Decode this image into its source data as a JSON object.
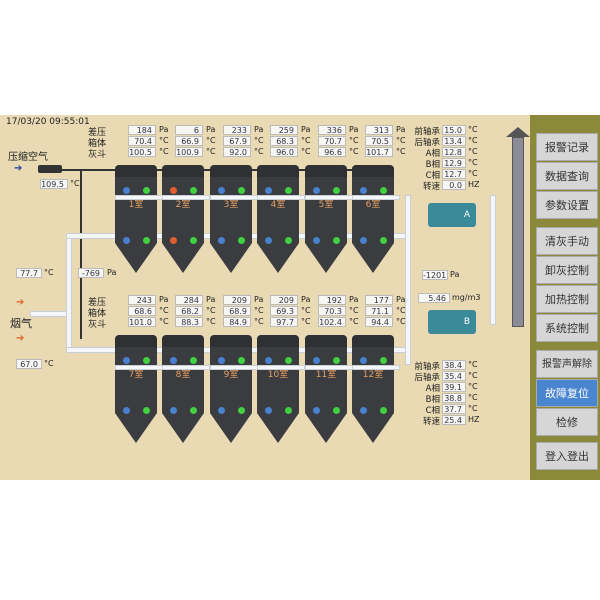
{
  "timestamp": "17/03/20 09:55:01",
  "compressed_air": {
    "label": "压缩空气",
    "temp": "109.5",
    "unit": "°C"
  },
  "flue_gas": {
    "label": "烟气",
    "temp_in": "77.7",
    "temp_out": "67.0",
    "pressure": "-769",
    "unit_c": "°C",
    "unit_pa": "Pa"
  },
  "row_labels": {
    "diff": "差压",
    "box": "箱体",
    "ash": "灰斗"
  },
  "units": {
    "pa": "Pa",
    "c": "°C",
    "hz": "HZ"
  },
  "rooms_top": [
    {
      "name": "1室",
      "diff": "184",
      "box": "70.4",
      "ash": "100.5"
    },
    {
      "name": "2室",
      "diff": "6",
      "box": "66.9",
      "ash": "100.9"
    },
    {
      "name": "3室",
      "diff": "233",
      "box": "67.9",
      "ash": "92.0"
    },
    {
      "name": "4室",
      "diff": "259",
      "box": "68.3",
      "ash": "96.0"
    },
    {
      "name": "5室",
      "diff": "336",
      "box": "70.7",
      "ash": "96.6"
    },
    {
      "name": "6室",
      "diff": "313",
      "box": "70.5",
      "ash": "101.7"
    }
  ],
  "rooms_bottom": [
    {
      "name": "7室",
      "diff": "243",
      "box": "68.6",
      "ash": "101.0"
    },
    {
      "name": "8室",
      "diff": "284",
      "box": "68.2",
      "ash": "88.3"
    },
    {
      "name": "9室",
      "diff": "209",
      "box": "68.9",
      "ash": "84.9"
    },
    {
      "name": "10室",
      "diff": "209",
      "box": "69.3",
      "ash": "97.7"
    },
    {
      "name": "11室",
      "diff": "192",
      "box": "70.3",
      "ash": "102.4"
    },
    {
      "name": "12室",
      "diff": "177",
      "box": "71.1",
      "ash": "94.4"
    }
  ],
  "outlet": {
    "pressure": "-1201",
    "pressure_unit": "Pa",
    "dust": "5.46",
    "dust_unit": "mg/m3"
  },
  "fan_a": {
    "label": "A",
    "front_bearing": "15.0",
    "rear_bearing": "13.4",
    "phase_a": "12.8",
    "phase_b": "12.9",
    "phase_c": "12.7",
    "speed": "0.0"
  },
  "fan_b": {
    "label": "B",
    "front_bearing": "38.4",
    "rear_bearing": "35.4",
    "phase_a": "39.1",
    "phase_b": "38.8",
    "phase_c": "37.7",
    "speed": "25.4"
  },
  "fan_labels": {
    "front_bearing": "前轴承",
    "rear_bearing": "后轴承",
    "phase_a": "A相",
    "phase_b": "B相",
    "phase_c": "C相",
    "speed": "转速"
  },
  "buttons": [
    "报警记录",
    "数据查询",
    "参数设置",
    "清灰手动",
    "卸灰控制",
    "加热控制",
    "系统控制",
    "报警声解除",
    "故障复位",
    "检修",
    "登入登出"
  ],
  "colors": {
    "background": "#e9dab4",
    "active_button": "#4a86d0",
    "valve_open": "#40d040",
    "valve_closed": "#4a80d0",
    "alarm": "#e06030"
  }
}
